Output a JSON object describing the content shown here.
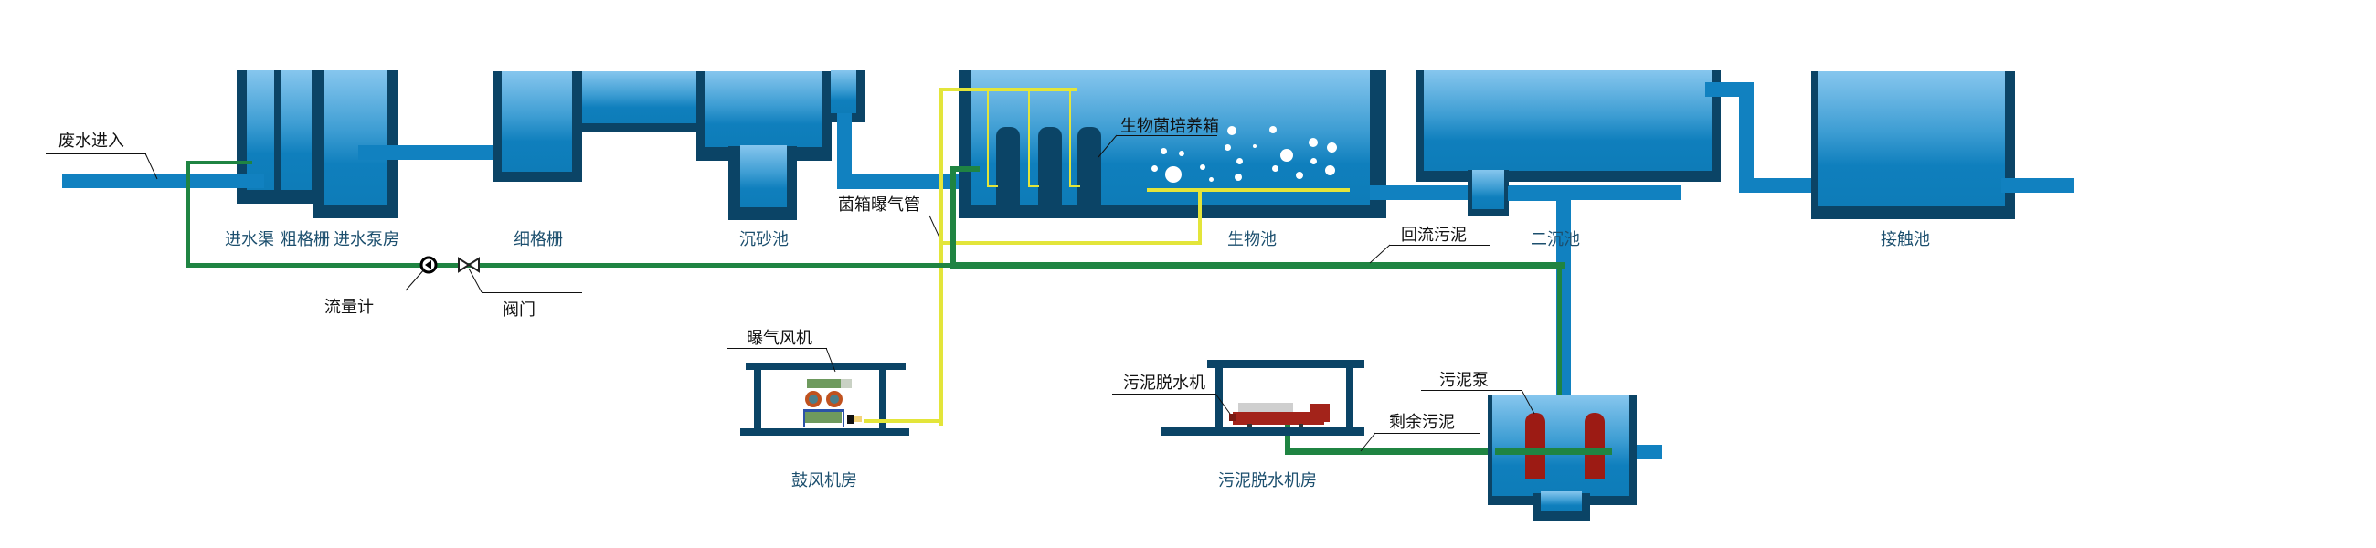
{
  "colors": {
    "tank_wall": "#0b4466",
    "water_pipe": "#1181c0",
    "sludge_pipe": "#1f8442",
    "air_pipe": "#e3e53a",
    "pump": "#9c1b14"
  },
  "units": {
    "inlet_channel": "进水渠",
    "coarse_screen": "粗格栅",
    "inlet_pump_house": "进水泵房",
    "fine_screen": "细格栅",
    "grit_chamber": "沉砂池",
    "bio_tank": "生物池",
    "secondary_clarifier": "二沉池",
    "contact_tank": "接触池",
    "blower_room": "鼓风机房",
    "dewatering_room": "污泥脱水机房"
  },
  "callouts": {
    "wastewater_in": "废水进入",
    "flow_meter": "流量计",
    "valve": "阀门",
    "aeration_pipe": "菌箱曝气管",
    "bio_culture_box": "生物菌培养箱",
    "return_sludge": "回流污泥",
    "aeration_blower": "曝气风机",
    "dewatering_machine": "污泥脱水机",
    "sludge_pump": "污泥泵",
    "excess_sludge": "剩余污泥"
  }
}
